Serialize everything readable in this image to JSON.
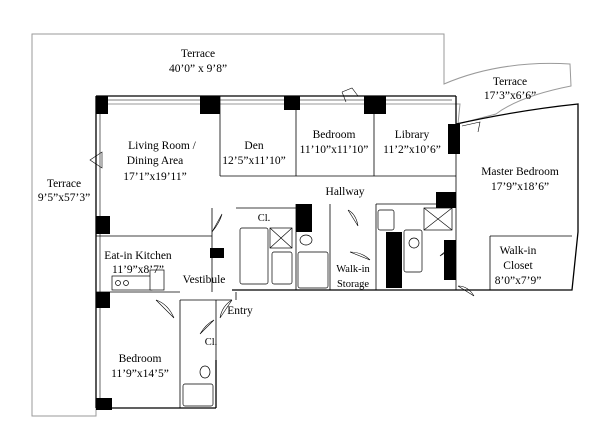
{
  "rooms": {
    "terrace_top": {
      "name": "Terrace",
      "dims": "40’0” x 9’8”"
    },
    "terrace_right": {
      "name": "Terrace",
      "dims": "17’3”x6’6”"
    },
    "terrace_left": {
      "name": "Terrace",
      "dims": "9’5”x57’3”"
    },
    "living_room": {
      "name_line1": "Living Room /",
      "name_line2": "Dining Area",
      "dims": "17’1”x19’11”"
    },
    "den": {
      "name": "Den",
      "dims": "12’5”x11’10”"
    },
    "bedroom_top": {
      "name": "Bedroom",
      "dims": "11’10”x11’10”"
    },
    "library": {
      "name": "Library",
      "dims": "11’2”x10’6”"
    },
    "master_bedroom": {
      "name": "Master Bedroom",
      "dims": "17’9”x18’6”"
    },
    "hallway": {
      "name": "Hallway"
    },
    "closet_top": {
      "name": "Cl."
    },
    "eat_in_kitchen": {
      "name": "Eat-in Kitchen",
      "dims": "11’9”x8’7”"
    },
    "vestibule": {
      "name": "Vestibule"
    },
    "walk_in_storage": {
      "name_line1": "Walk-in",
      "name_line2": "Storage"
    },
    "walk_in_closet": {
      "name_line1": "Walk-in",
      "name_line2": "Closet",
      "dims": "8’0”x7’9”"
    },
    "entry": {
      "name": "Entry"
    },
    "closet_bottom": {
      "name": "Cl."
    },
    "bedroom_bottom": {
      "name": "Bedroom",
      "dims": "11’9”x14’5”"
    }
  }
}
